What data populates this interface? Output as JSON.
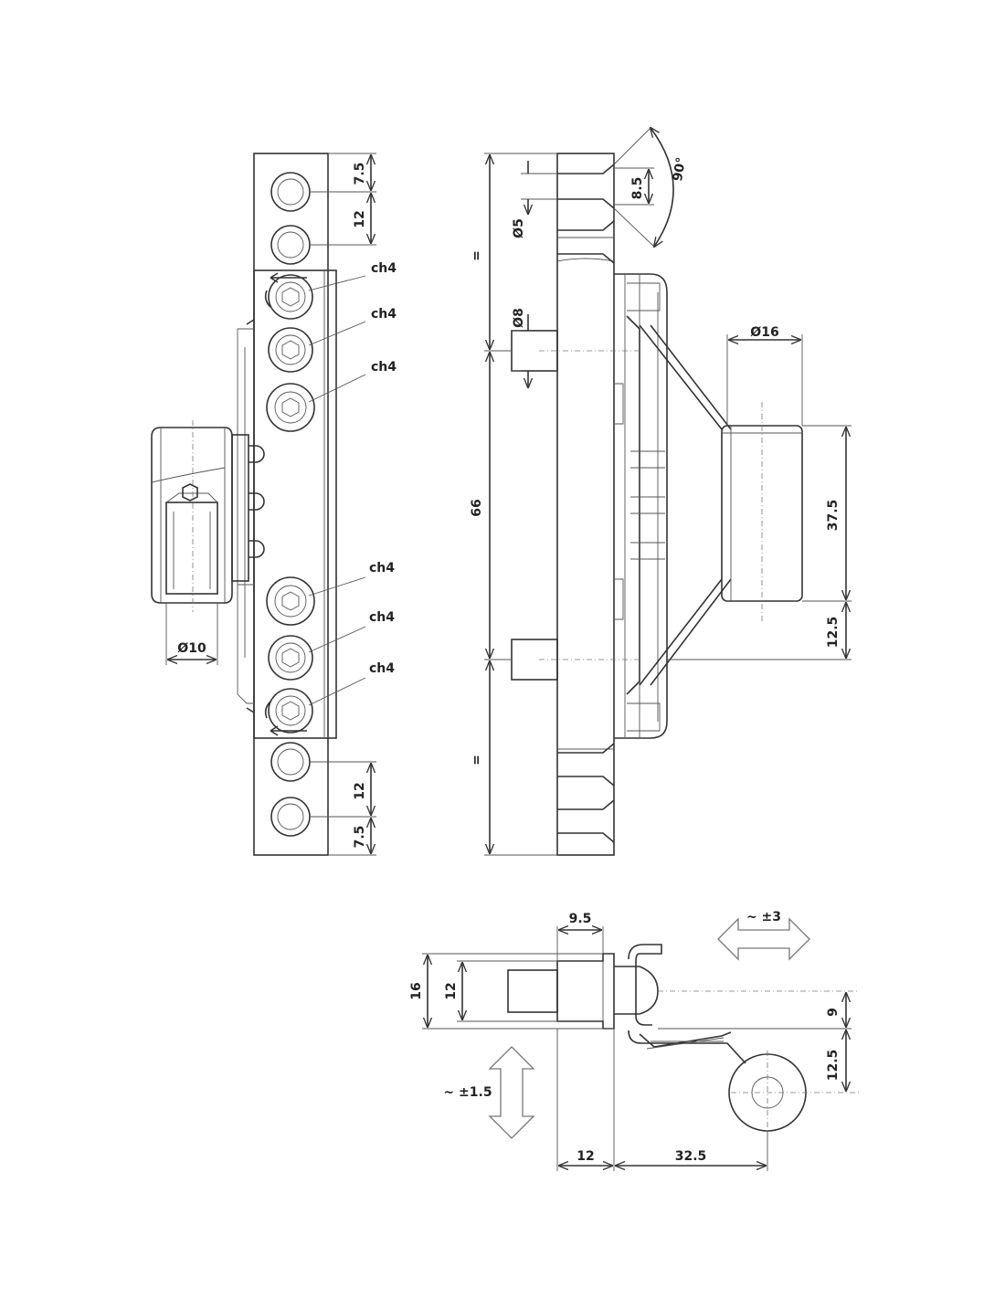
{
  "colors": {
    "line": "#333333",
    "text": "#222222",
    "background": "#ffffff"
  },
  "left_view": {
    "dim_top_1": "7.5",
    "dim_top_2": "12",
    "dim_bottom_1": "12",
    "dim_bottom_2": "7.5",
    "diameter_pin": "Ø10",
    "callouts": [
      "ch4",
      "ch4",
      "ch4",
      "ch4",
      "ch4",
      "ch4"
    ]
  },
  "side_view": {
    "angle": "90°",
    "dim_countersink": "8.5",
    "diameter_hole": "Ø5",
    "diameter_peg": "Ø8",
    "diameter_roller": "Ø16",
    "equal_top": "=",
    "equal_bottom": "=",
    "overall_height": "66",
    "roller_height": "37.5",
    "roller_offset": "12.5"
  },
  "top_view": {
    "dim_width": "9.5",
    "dim_outer": "16",
    "dim_inner": "12",
    "dim_right_top": "9",
    "dim_right_bottom": "12.5",
    "dim_base_left": "12",
    "dim_base_right": "32.5",
    "adjust_horizontal": "~ ±3",
    "adjust_vertical": "~ ±1.5"
  }
}
